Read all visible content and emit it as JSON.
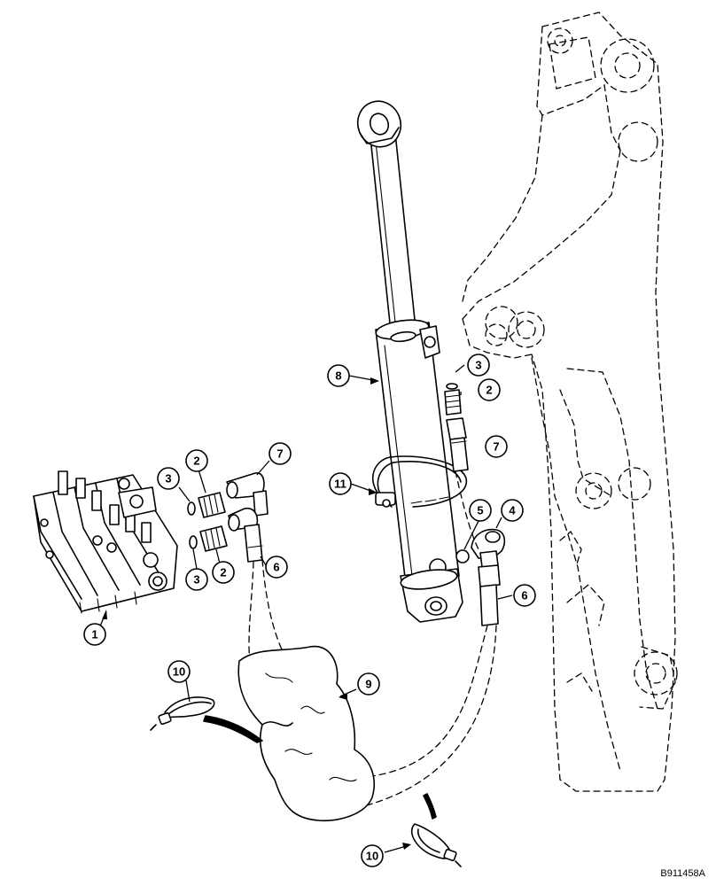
{
  "callouts": [
    {
      "id": "c1",
      "label": "1"
    },
    {
      "id": "c2a",
      "label": "2"
    },
    {
      "id": "c2b",
      "label": "2"
    },
    {
      "id": "c2c",
      "label": "2"
    },
    {
      "id": "c3a",
      "label": "3"
    },
    {
      "id": "c3b",
      "label": "3"
    },
    {
      "id": "c3c",
      "label": "3"
    },
    {
      "id": "c4",
      "label": "4"
    },
    {
      "id": "c5",
      "label": "5"
    },
    {
      "id": "c6a",
      "label": "6"
    },
    {
      "id": "c6b",
      "label": "6"
    },
    {
      "id": "c7a",
      "label": "7"
    },
    {
      "id": "c7b",
      "label": "7"
    },
    {
      "id": "c8",
      "label": "8"
    },
    {
      "id": "c9",
      "label": "9"
    },
    {
      "id": "c10a",
      "label": "10"
    },
    {
      "id": "c10b",
      "label": "10"
    },
    {
      "id": "c11",
      "label": "11"
    }
  ],
  "figure_id": "B911458A"
}
